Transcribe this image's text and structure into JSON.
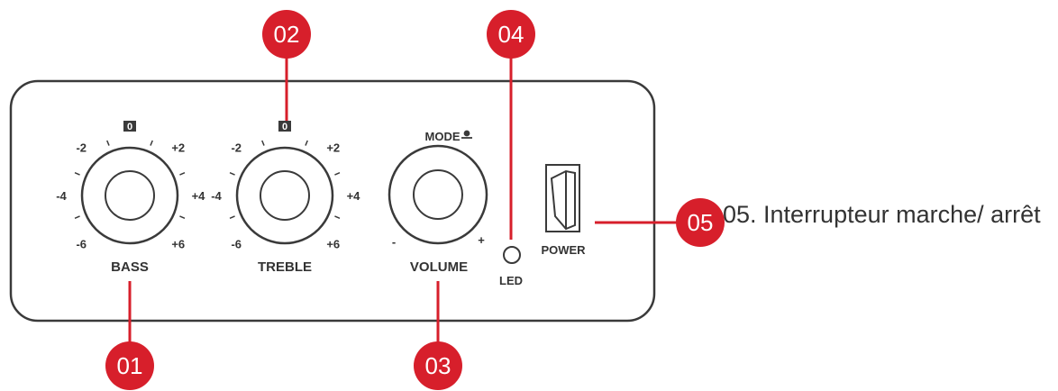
{
  "knobs": {
    "bass": {
      "name": "BASS",
      "ticks": [
        {
          "value": "-6",
          "angle": -135
        },
        {
          "value": "-4",
          "angle": -90
        },
        {
          "value": "-2",
          "angle": -45
        },
        {
          "value": "0",
          "angle": 0
        },
        {
          "value": "+2",
          "angle": 45
        },
        {
          "value": "+4",
          "angle": 90
        },
        {
          "value": "+6",
          "angle": 135
        }
      ]
    },
    "treble": {
      "name": "TREBLE",
      "ticks": [
        {
          "value": "-6",
          "angle": -135
        },
        {
          "value": "-4",
          "angle": -90
        },
        {
          "value": "-2",
          "angle": -45
        },
        {
          "value": "0",
          "angle": 0
        },
        {
          "value": "+2",
          "angle": 45
        },
        {
          "value": "+4",
          "angle": 90
        },
        {
          "value": "+6",
          "angle": 135
        }
      ]
    },
    "volume": {
      "name": "VOLUME",
      "mode_label": "MODE",
      "min_label": "-",
      "max_label": "+"
    }
  },
  "led": {
    "label": "LED"
  },
  "power": {
    "label": "POWER"
  },
  "callouts": [
    {
      "id": "01",
      "number": "01"
    },
    {
      "id": "02",
      "number": "02"
    },
    {
      "id": "03",
      "number": "03"
    },
    {
      "id": "04",
      "number": "04"
    },
    {
      "id": "05",
      "number": "05",
      "description": "05. Interrupteur marche/ arrêt"
    }
  ],
  "colors": {
    "callout": "#d71f2b",
    "outline": "#3a3a3a",
    "text": "#333333",
    "background": "#ffffff"
  }
}
